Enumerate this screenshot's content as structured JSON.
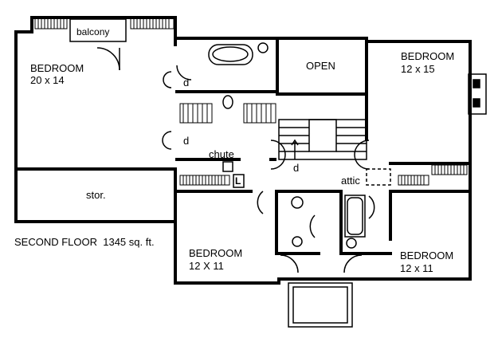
{
  "caption": "SECOND FLOOR  1345 sq. ft.",
  "rooms": {
    "bedroom_nw": {
      "name": "BEDROOM",
      "size": "20 x 14"
    },
    "bedroom_ne": {
      "name": "BEDROOM",
      "size": "12 x 15"
    },
    "bedroom_sw": {
      "name": "BEDROOM",
      "size": "12 X 11"
    },
    "bedroom_se": {
      "name": "BEDROOM",
      "size": "12 x 11"
    },
    "balcony": "balcony",
    "open": "OPEN",
    "storage": "stor.",
    "chute": "chute",
    "attic": "attic",
    "laundry": "L",
    "closet_d1": "d",
    "closet_d2": "d",
    "closet_d3": "d"
  }
}
